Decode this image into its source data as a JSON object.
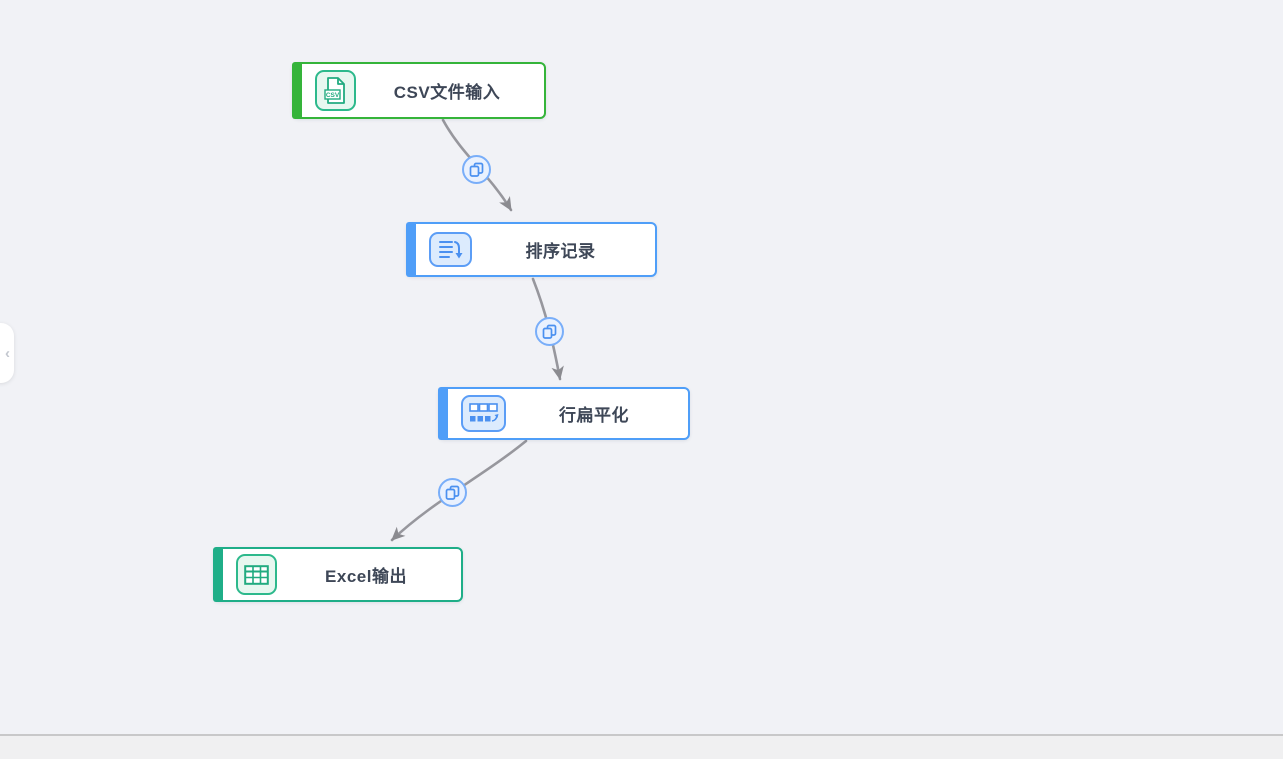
{
  "app": {
    "view": "etl-transformation-canvas"
  },
  "colors": {
    "canvas_bg": "#f1f2f6",
    "edge_gray": "#97979d",
    "accent_green": "#35b43a",
    "accent_blue": "#4f9ef8",
    "accent_teal": "#1fae88",
    "hop_badge_blue": "#79aef9"
  },
  "nodes": [
    {
      "id": "csv-input",
      "label": "CSV文件输入",
      "icon": "csv-file-icon",
      "accent": "#35b43a"
    },
    {
      "id": "sort-rows",
      "label": "排序记录",
      "icon": "sort-records-icon",
      "accent": "#4f9ef8"
    },
    {
      "id": "row-flattener",
      "label": "行扁平化",
      "icon": "row-flatten-icon",
      "accent": "#4f9ef8"
    },
    {
      "id": "excel-output",
      "label": "Excel输出",
      "icon": "excel-table-icon",
      "accent": "#1fae88"
    }
  ],
  "edges": [
    {
      "from": "csv-input",
      "to": "sort-rows",
      "hop_icon": "copy-rows-icon"
    },
    {
      "from": "sort-rows",
      "to": "row-flattener",
      "hop_icon": "copy-rows-icon"
    },
    {
      "from": "row-flattener",
      "to": "excel-output",
      "hop_icon": "copy-rows-icon"
    }
  ],
  "left_panel_toggle": {
    "icon": "chevron-left-icon",
    "glyph": "‹"
  }
}
